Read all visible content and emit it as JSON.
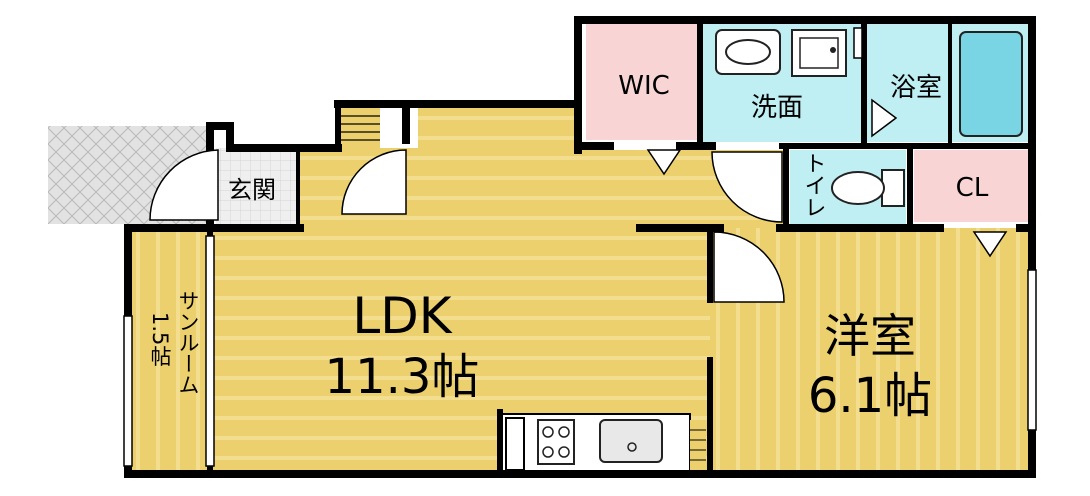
{
  "rooms": {
    "ldk": {
      "name": "LDK",
      "size": "11.3帖"
    },
    "western": {
      "name": "洋室",
      "size": "6.1帖"
    },
    "sunroom": {
      "name": "サンルーム",
      "size": "1.5帖"
    },
    "entrance": {
      "name": "玄関"
    },
    "wic": {
      "name": "WIC"
    },
    "washroom": {
      "name": "洗面"
    },
    "bathroom": {
      "name": "浴室"
    },
    "toilet": {
      "name": "トイレ"
    },
    "closet": {
      "name": "CL"
    }
  },
  "colors": {
    "floor_wood": "#ecd06e",
    "floor_stripe": "#f6e4a0",
    "wet_area": "#bfeef3",
    "storage": "#f8d4d4",
    "entrance_tile": "#eeeeee",
    "porch": "#dcdcdc",
    "bathtub": "#79d4e3",
    "wall": "#000000"
  }
}
